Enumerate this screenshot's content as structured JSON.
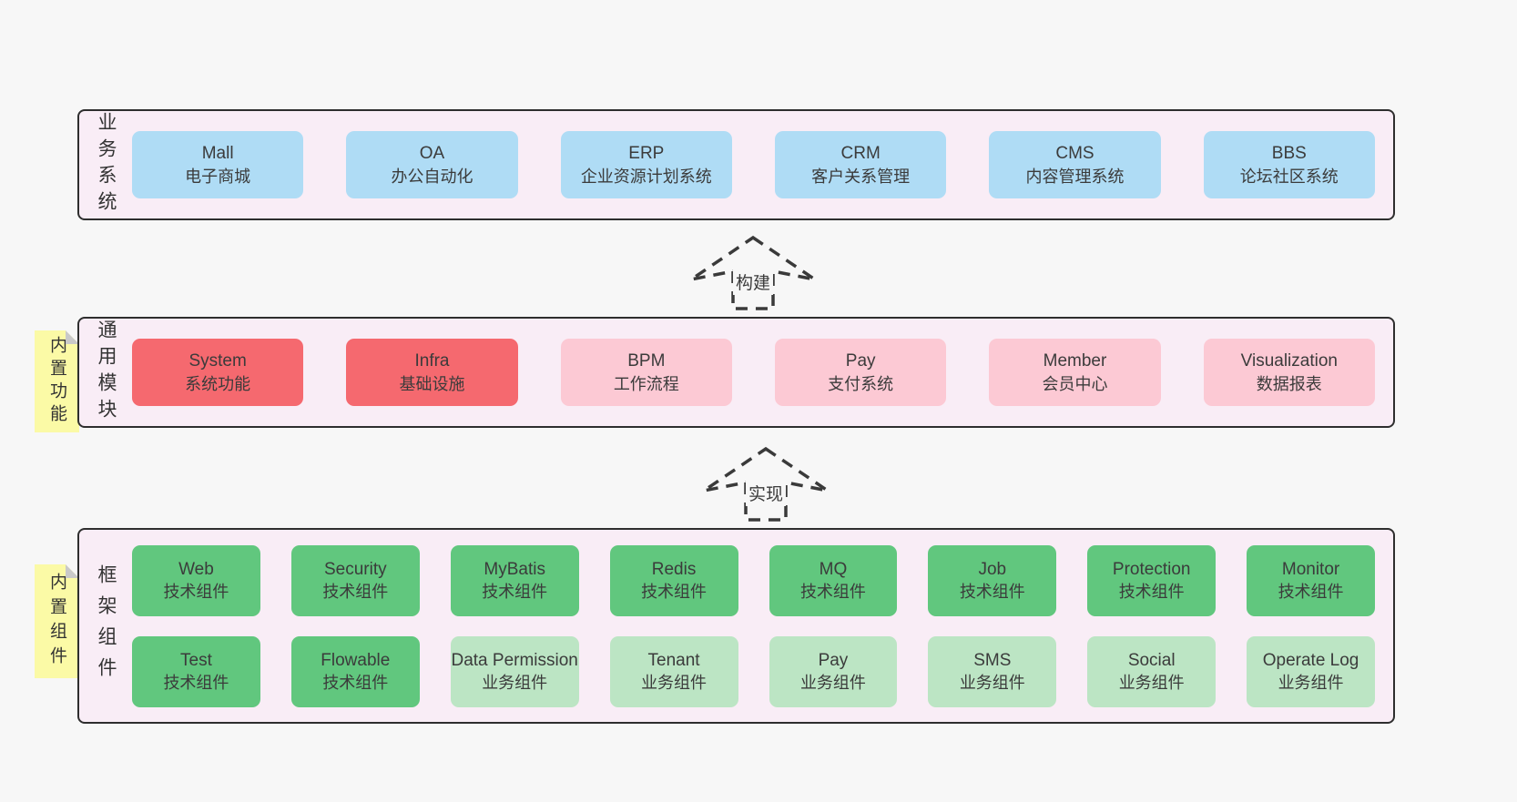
{
  "colors": {
    "page_bg": "#f7f7f7",
    "panel_bg": "#f9edf6",
    "panel_border": "#2e2e2e",
    "box_blue": "#afdcf5",
    "box_red": "#f5696f",
    "box_pink": "#fcc9d4",
    "box_green_dark": "#61c77e",
    "box_green_light": "#bce5c4",
    "sticky_yellow": "#fbfaa6",
    "sticky_fold": "#c9c9c9",
    "text": "#3b3b3b"
  },
  "arrows": {
    "build": "构建",
    "implement": "实现"
  },
  "layers": {
    "business": {
      "label": "业务系统",
      "boxes": [
        {
          "name": "Mall",
          "desc": "电子商城"
        },
        {
          "name": "OA",
          "desc": "办公自动化"
        },
        {
          "name": "ERP",
          "desc": "企业资源计划系统"
        },
        {
          "name": "CRM",
          "desc": "客户关系管理"
        },
        {
          "name": "CMS",
          "desc": "内容管理系统"
        },
        {
          "name": "BBS",
          "desc": "论坛社区系统"
        }
      ]
    },
    "modules": {
      "label": "通用模块",
      "sticky": "内置功能",
      "boxes": [
        {
          "name": "System",
          "desc": "系统功能"
        },
        {
          "name": "Infra",
          "desc": "基础设施"
        },
        {
          "name": "BPM",
          "desc": "工作流程"
        },
        {
          "name": "Pay",
          "desc": "支付系统"
        },
        {
          "name": "Member",
          "desc": "会员中心"
        },
        {
          "name": "Visualization",
          "desc": "数据报表"
        }
      ]
    },
    "components": {
      "label": "框架组件",
      "sticky": "内置组件",
      "row1": [
        {
          "name": "Web",
          "desc": "技术组件"
        },
        {
          "name": "Security",
          "desc": "技术组件"
        },
        {
          "name": "MyBatis",
          "desc": "技术组件"
        },
        {
          "name": "Redis",
          "desc": "技术组件"
        },
        {
          "name": "MQ",
          "desc": "技术组件"
        },
        {
          "name": "Job",
          "desc": "技术组件"
        },
        {
          "name": "Protection",
          "desc": "技术组件"
        },
        {
          "name": "Monitor",
          "desc": "技术组件"
        }
      ],
      "row2": [
        {
          "name": "Test",
          "desc": "技术组件"
        },
        {
          "name": "Flowable",
          "desc": "技术组件"
        },
        {
          "name": "Data Permission",
          "desc": "业务组件"
        },
        {
          "name": "Tenant",
          "desc": "业务组件"
        },
        {
          "name": "Pay",
          "desc": "业务组件"
        },
        {
          "name": "SMS",
          "desc": "业务组件"
        },
        {
          "name": "Social",
          "desc": "业务组件"
        },
        {
          "name": "Operate Log",
          "desc": "业务组件"
        }
      ]
    }
  }
}
